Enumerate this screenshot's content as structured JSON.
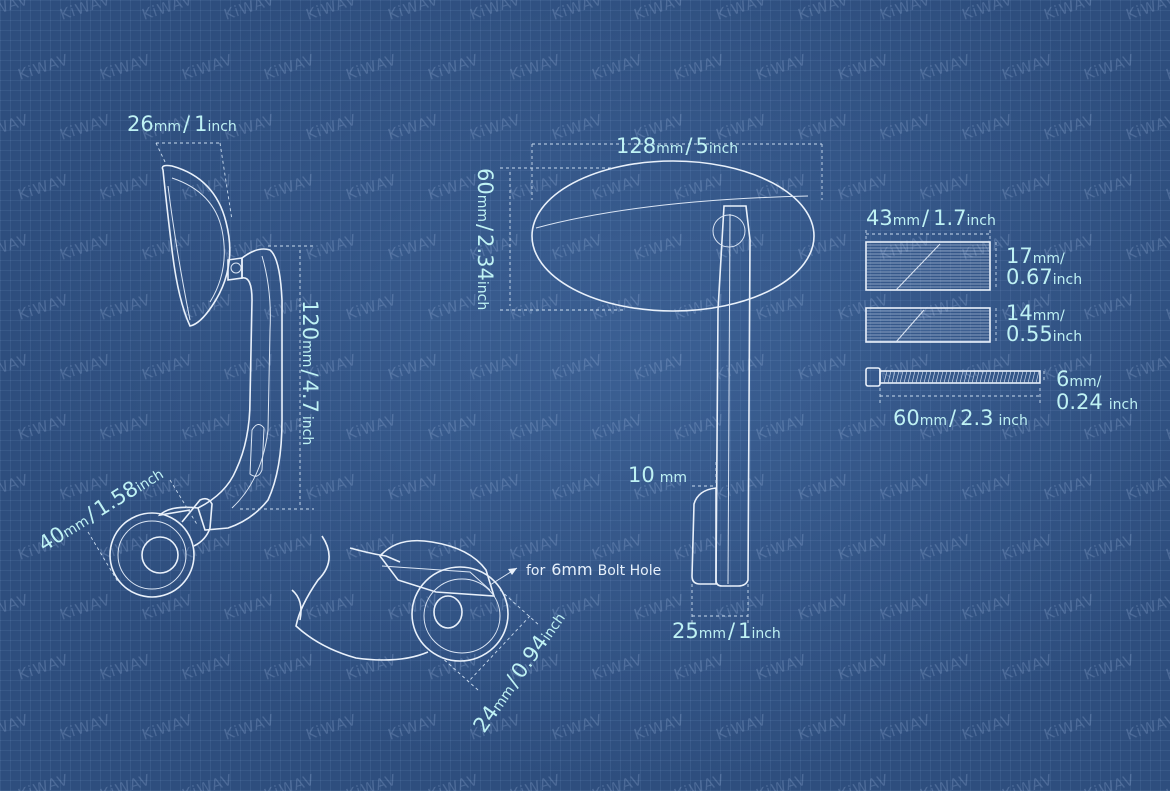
{
  "watermark": {
    "text": "KiWAV"
  },
  "side_view": {
    "mirror_width": {
      "value": "26",
      "unit": "mm",
      "sep": "/",
      "value2": "1",
      "unit2": "inch"
    },
    "arm_height": {
      "value": "120",
      "unit": "mm",
      "sep": "/",
      "value2": "4.7",
      "unit2": "inch"
    },
    "clamp_length": {
      "value": "40",
      "unit": "mm",
      "sep": "/",
      "value2": "1.58",
      "unit2": "inch"
    }
  },
  "clamp_view": {
    "clamp_width": {
      "value": "24",
      "unit": "mm",
      "sep": "/",
      "value2": "0.94",
      "unit2": "inch"
    },
    "bolt_note": {
      "prefix": "for",
      "size": "6mm",
      "label": "Bolt Hole"
    }
  },
  "front_view": {
    "mirror_width": {
      "value": "128",
      "unit": "mm",
      "sep": "/",
      "value2": "5",
      "unit2": "inch"
    },
    "mirror_height": {
      "value": "60",
      "unit": "mm",
      "sep": "/",
      "value2": "2.34",
      "unit2": "inch"
    },
    "stem_gap": {
      "value": "10",
      "unit": "mm"
    },
    "base_width": {
      "value": "25",
      "unit": "mm",
      "sep": "/",
      "value2": "1",
      "unit2": "inch"
    }
  },
  "parts": {
    "adapter_length": {
      "value": "43",
      "unit": "mm",
      "sep": "/",
      "value2": "1.7",
      "unit2": "inch"
    },
    "adapter_large": {
      "value": "17",
      "unit": "mm",
      "sep": "/",
      "value2": "0.67",
      "unit2": "inch"
    },
    "adapter_small": {
      "value": "14",
      "unit": "mm",
      "sep": "/",
      "value2": "0.55",
      "unit2": "inch"
    },
    "bolt_diameter": {
      "value": "6",
      "unit": "mm",
      "sep": "/",
      "value2": "0.24",
      "unit2": "inch"
    },
    "bolt_length": {
      "value": "60",
      "unit": "mm",
      "sep": "/",
      "value2": "2.3",
      "unit2": "inch"
    }
  },
  "colors": {
    "background": "#2e4e7e",
    "line": "#e9f1fb",
    "label": "#bff2f4"
  }
}
